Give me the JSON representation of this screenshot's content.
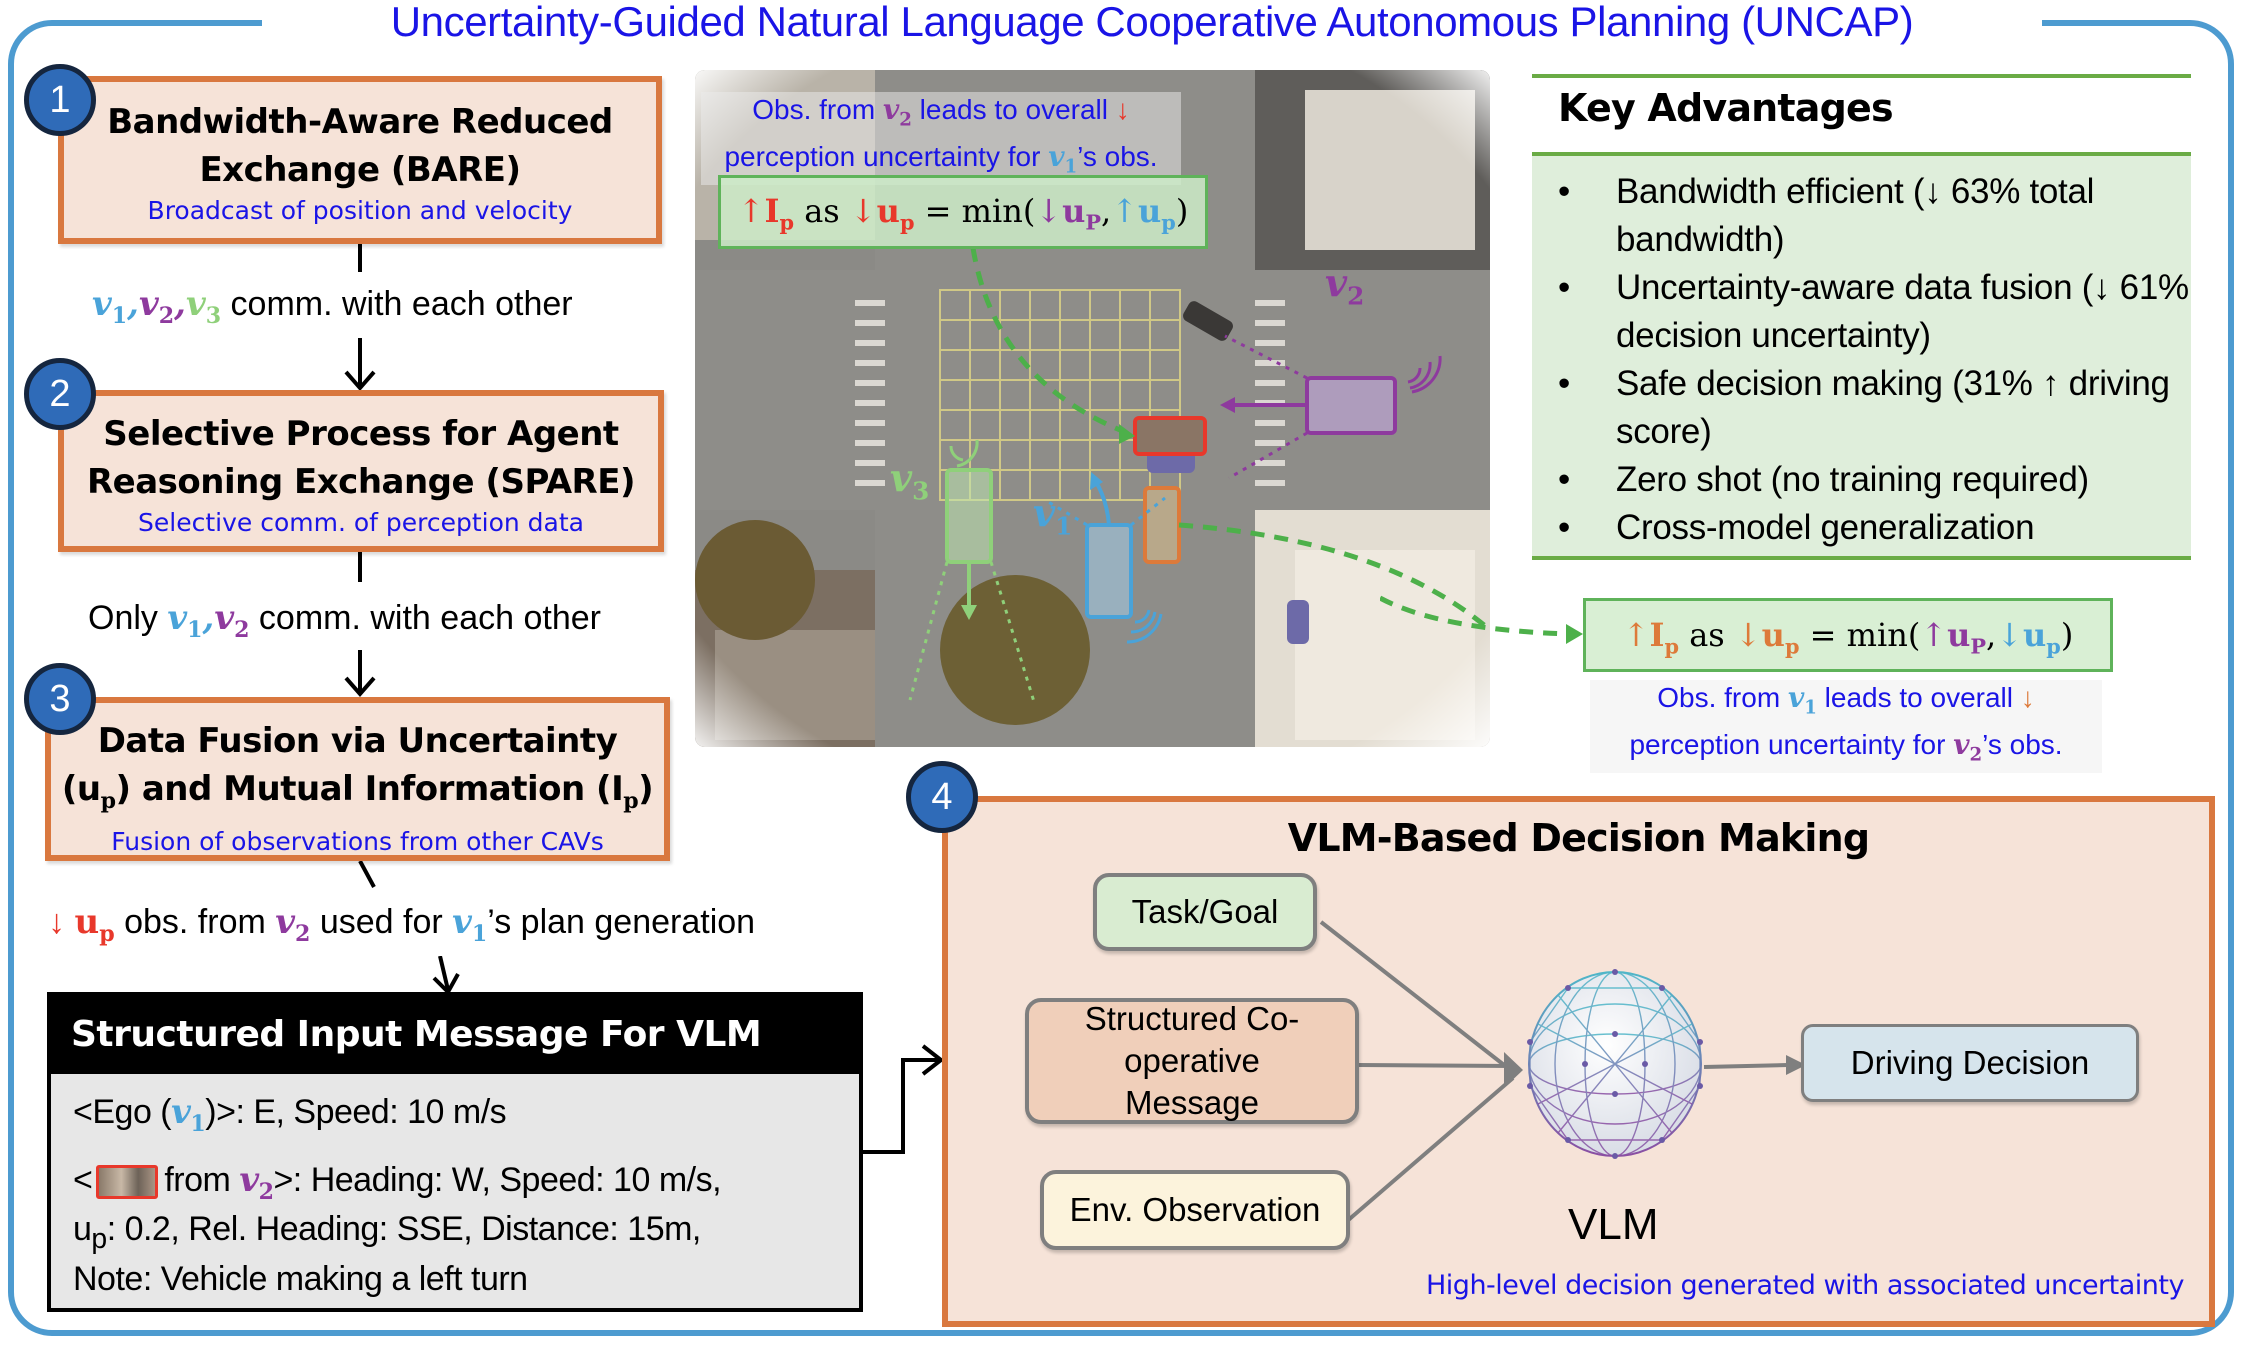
{
  "title": {
    "main": "Uncertainty-Guided Natural Language Cooperative Autonomous Planning (",
    "acronym": "UNCAP",
    "close": ")"
  },
  "steps": [
    {
      "number": "1",
      "title_line1": "Bandwidth-Aware Reduced",
      "title_line2": "Exchange (BARE)",
      "subtitle": "Broadcast of position and velocity"
    },
    {
      "number": "2",
      "title_line1": "Selective Process for Agent",
      "title_line2": "Reasoning Exchange (SPARE)",
      "subtitle": "Selective comm. of perception data"
    },
    {
      "number": "3",
      "title_line1": "Data Fusion via Uncertainty",
      "title_line2_a": "(u",
      "title_line2_sub1": "p",
      "title_line2_b": ") and Mutual Information (I",
      "title_line2_sub2": "p",
      "title_line2_c": ")",
      "subtitle": "Fusion of observations from other CAVs"
    },
    {
      "number": "4",
      "title": "VLM-Based Decision Making"
    }
  ],
  "flow": {
    "after_step1": {
      "v1": "v",
      "v1_sub": "1",
      "v2": "v",
      "v2_sub": "2",
      "v3": "v",
      "v3_sub": "3",
      "sep": ",",
      "text": " comm. with each other"
    },
    "after_step2": {
      "prefix": "Only ",
      "v1": "v",
      "v1_sub": "1",
      "v2": "v",
      "v2_sub": "2",
      "sep": ",",
      "text": " comm. with each other"
    },
    "after_step3": {
      "arrow": "↓",
      "u": "u",
      "u_sub": "p",
      "text1": " obs. from ",
      "v2": "v",
      "v2_sub": "2",
      "text2": " used for ",
      "v1": "v",
      "v1_sub": "1",
      "text3": "’s plan generation"
    }
  },
  "structured_message": {
    "header": "Structured Input Message For VLM",
    "ego_prefix": "<Ego (",
    "ego_v": "v",
    "ego_sub": "1",
    "ego_suffix": ")>: E, Speed: 10 m/s",
    "obj_prefix": "<",
    "obj_from": "from ",
    "obj_v": "v",
    "obj_sub": "2",
    "obj_suffix": ">: Heading: W, Speed: 10 m/s,",
    "line3_u": "u",
    "line3_sub": "p",
    "line3_text": ": 0.2, Rel. Heading: SSE, Distance: 15m,",
    "line4": "Note: Vehicle making a left turn"
  },
  "aerial": {
    "caption_top_line1_a": "Obs. from ",
    "caption_top_line1_v": "v",
    "caption_top_line1_sub": "2",
    "caption_top_line1_b": " leads to overall ",
    "caption_top_line1_arrow": "↓",
    "caption_top_line2_a": "perception uncertainty for ",
    "caption_top_line2_v": "v",
    "caption_top_line2_sub": "1",
    "caption_top_line2_b": "’s obs.",
    "labels": {
      "v1": "v",
      "v1_sub": "1",
      "v2": "v",
      "v2_sub": "2",
      "v3": "v",
      "v3_sub": "3"
    }
  },
  "formula_top": {
    "up": "↑",
    "I": "I",
    "I_sub": "p",
    "as": " as ",
    "down": "↓",
    "u": "u",
    "u_sub": "p",
    "eq": " = min(",
    "a1": "↓",
    "u1": "u",
    "u1_sub": "P",
    "comma": ",",
    "a2": "↑",
    "u2": "u",
    "u2_sub": "p",
    "close": ")"
  },
  "formula_right": {
    "up": "↑",
    "I": "I",
    "I_sub": "p",
    "as": " as ",
    "down": "↓",
    "u": "u",
    "u_sub": "p",
    "eq": " = min(",
    "a1": "↑",
    "u1": "u",
    "u1_sub": "P",
    "comma": ",",
    "a2": "↓",
    "u2": "u",
    "u2_sub": "p",
    "close": ")"
  },
  "caption_right": {
    "line1_a": "Obs. from ",
    "line1_v": "v",
    "line1_sub": "1",
    "line1_b": " leads to overall ",
    "line1_arrow": "↓",
    "line2_a": "perception uncertainty for ",
    "line2_v": "v",
    "line2_sub": "2",
    "line2_b": "’s obs."
  },
  "key_advantages": {
    "title": "Key Advantages",
    "bullet": "•",
    "items": [
      "Bandwidth efficient (↓ 63% total bandwidth)",
      "Uncertainty-aware data fusion (↓ 61% decision uncertainty)",
      "Safe decision making (31% ↑ driving score)",
      "Zero shot (no training required)",
      "Cross-model generalization"
    ]
  },
  "vlm_diagram": {
    "inputs": [
      "Task/Goal",
      "Structured Co-operative Message",
      "Env. Observation"
    ],
    "model_label": "VLM",
    "output": "Driving Decision",
    "note": "High-level decision generated with associated uncertainty"
  },
  "colors": {
    "frame": "#4d9bd0",
    "step_border": "#d9783f",
    "step_fill": "#f6e3d8",
    "badge": "#2f6bb8",
    "blue_text": "#1a14e6",
    "v1": "#4aa3d9",
    "v2": "#8e3a9e",
    "v3": "#8fd07a",
    "red": "#e8382b",
    "green_box": "#5fb35a"
  }
}
